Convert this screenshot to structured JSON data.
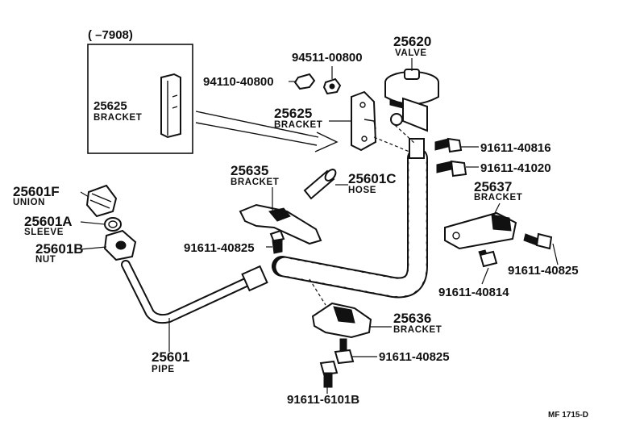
{
  "inset": {
    "date_range": "(      –7908)",
    "part_number": "25625",
    "part_name": "BRACKET"
  },
  "parts": {
    "p94511": {
      "number": "94511-00800"
    },
    "p25620": {
      "number": "25620",
      "name": "VALVE"
    },
    "p94110": {
      "number": "94110-40800"
    },
    "p25625": {
      "number": "25625",
      "name": "BRACKET"
    },
    "p91611_40816": {
      "number": "91611-40816"
    },
    "p91611_41020": {
      "number": "91611-41020"
    },
    "p25601F": {
      "number": "25601F",
      "name": "UNION"
    },
    "p25635": {
      "number": "25635",
      "name": "BRACKET"
    },
    "p25601C": {
      "number": "25601C",
      "name": "HOSE"
    },
    "p25637": {
      "number": "25637",
      "name": "BRACKET"
    },
    "p25601A": {
      "number": "25601A",
      "name": "SLEEVE"
    },
    "p25601B": {
      "number": "25601B",
      "name": "NUT"
    },
    "p91611_40825_a": {
      "number": "91611-40825"
    },
    "p91611_40825_b": {
      "number": "91611-40825"
    },
    "p91611_40814": {
      "number": "91611-40814"
    },
    "p25636": {
      "number": "25636",
      "name": "BRACKET"
    },
    "p91611_40825_c": {
      "number": "91611-40825"
    },
    "p25601": {
      "number": "25601",
      "name": "PIPE"
    },
    "p91611_6101B": {
      "number": "91611-6101B"
    }
  },
  "footer": {
    "reference": "MF  1715-D"
  }
}
